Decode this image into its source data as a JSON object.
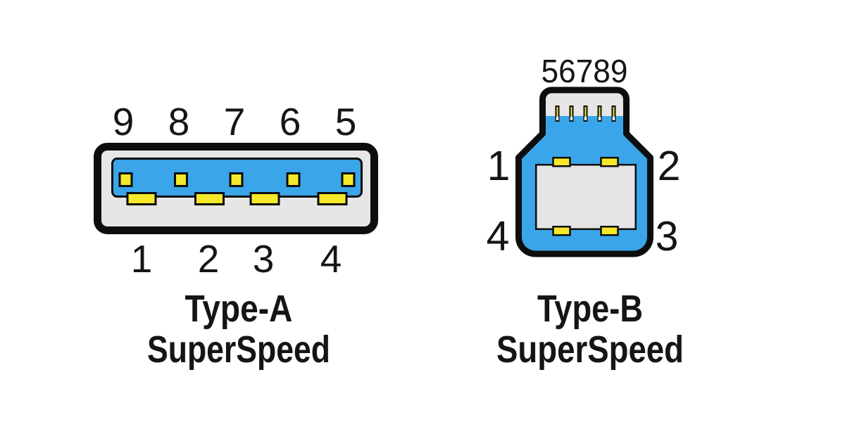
{
  "colors": {
    "background": "#ffffff",
    "blue": "#3aa5e8",
    "yellow": "#f4e829",
    "shell_gray": "#e6e6e6",
    "inner_gray": "#e4e4e4",
    "pin_tip": "#ffffff",
    "outline": "#0d0d0d",
    "text": "#151515"
  },
  "type_a": {
    "top_pin_labels": [
      "9",
      "8",
      "7",
      "6",
      "5"
    ],
    "bottom_pin_labels": [
      "1",
      "2",
      "3",
      "4"
    ],
    "title_line1": "Type-A",
    "title_line2": "SuperSpeed"
  },
  "type_b": {
    "top_pins_label": "56789",
    "pin_labels": {
      "top_left": "1",
      "top_right": "2",
      "bottom_right": "3",
      "bottom_left": "4"
    },
    "title_line1": "Type-B",
    "title_line2": "SuperSpeed"
  }
}
